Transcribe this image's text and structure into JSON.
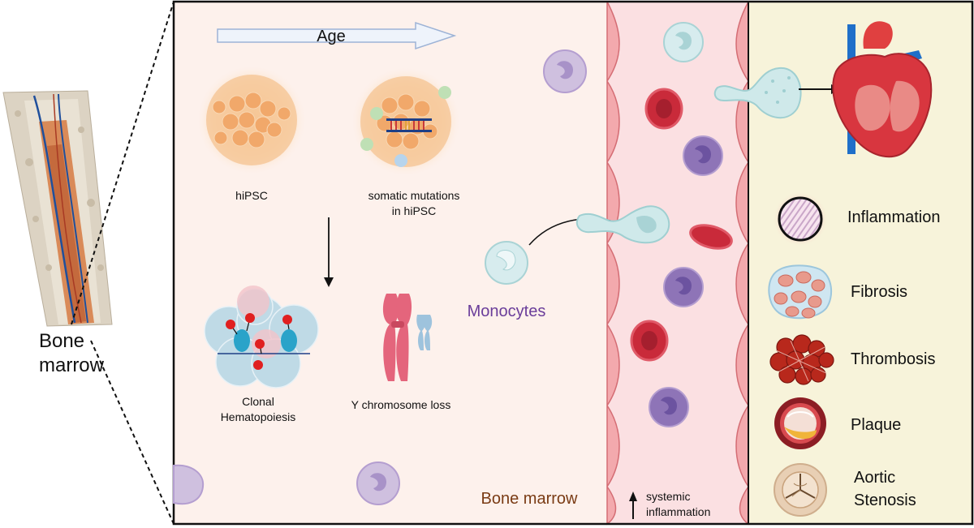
{
  "bone": {
    "label_line1": "Bone",
    "label_line2": "marrow"
  },
  "age_arrow": {
    "label": "Age"
  },
  "cells": {
    "hipsc": "hiPSC",
    "somatic_line1": "somatic mutations",
    "somatic_line2": "in hiPSC",
    "clonal_line1": "Clonal",
    "clonal_line2": "Hematopoiesis",
    "ychrom": "Y chromosome loss",
    "monocytes": "Monocytes"
  },
  "marrow_panel": {
    "label": "Bone marrow"
  },
  "vessel": {
    "systemic_line1": "systemic",
    "systemic_line2": "inflammation"
  },
  "outcomes": [
    {
      "label": "Inflammation"
    },
    {
      "label": "Fibrosis"
    },
    {
      "label": "Thrombosis"
    },
    {
      "label": "Plaque"
    },
    {
      "label_line1": "Aortic",
      "label_line2": "Stenosis"
    }
  ],
  "colors": {
    "marrow_bg": "#fdf1ec",
    "vessel_bg": "#fbe0e2",
    "outcome_bg": "#f7f3da",
    "monocyte_text": "#6a3d9a",
    "bone_marrow_text": "#7a3b14"
  }
}
